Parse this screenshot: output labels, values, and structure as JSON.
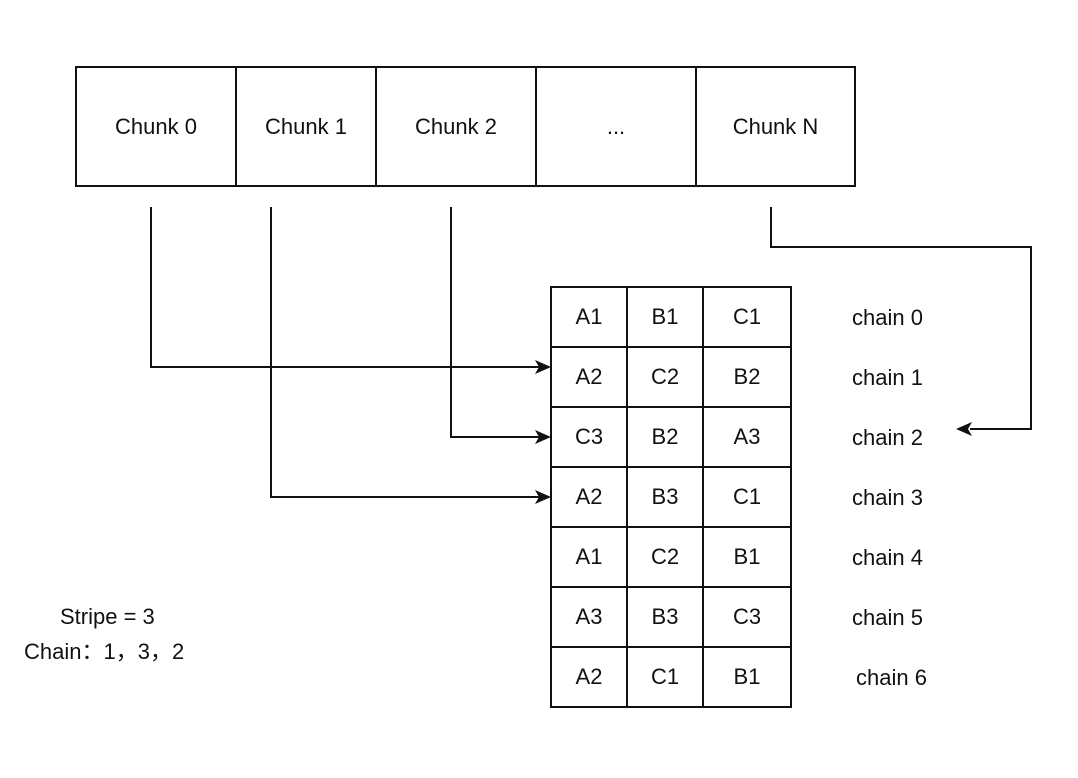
{
  "chunks": [
    "Chunk 0",
    "Chunk 1",
    "Chunk 2",
    "...",
    "Chunk N"
  ],
  "chain_rows": [
    {
      "cells": [
        "A1",
        "B1",
        "C1"
      ],
      "label": "chain 0"
    },
    {
      "cells": [
        "A2",
        "C2",
        "B2"
      ],
      "label": "chain 1"
    },
    {
      "cells": [
        "C3",
        "B2",
        "A3"
      ],
      "label": "chain 2"
    },
    {
      "cells": [
        "A2",
        "B3",
        "C1"
      ],
      "label": "chain 3"
    },
    {
      "cells": [
        "A1",
        "C2",
        "B1"
      ],
      "label": "chain 4"
    },
    {
      "cells": [
        "A3",
        "B3",
        "C3"
      ],
      "label": "chain 5"
    },
    {
      "cells": [
        "A2",
        "C1",
        "B1"
      ],
      "label": "chain 6"
    }
  ],
  "notes": {
    "stripe": "Stripe = 3",
    "chain_order": "Chain：1，3，2"
  },
  "mapping": [
    {
      "from": "Chunk 0",
      "to": "chain 1"
    },
    {
      "from": "Chunk 1",
      "to": "chain 3"
    },
    {
      "from": "Chunk 2",
      "to": "chain 2"
    },
    {
      "from": "Chunk N",
      "to": "chain 2"
    }
  ],
  "colors": {
    "stroke": "#111111",
    "background": "#ffffff",
    "text": "#111111"
  }
}
